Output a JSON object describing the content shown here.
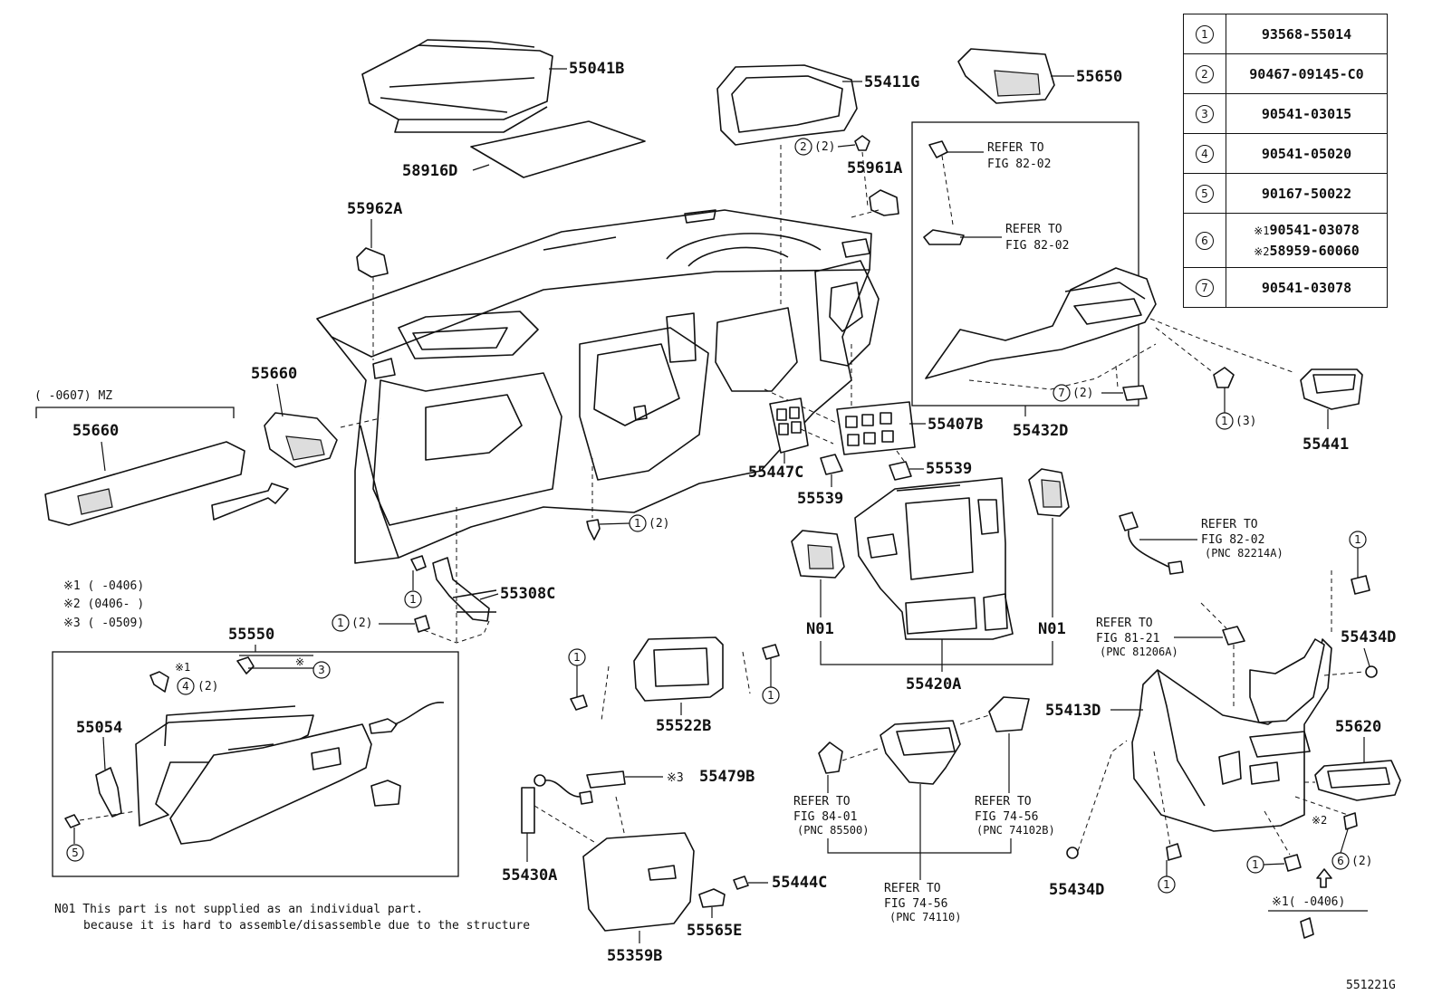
{
  "legend": [
    {
      "key": "1",
      "value": "93568-55014"
    },
    {
      "key": "2",
      "value": "90467-09145-C0"
    },
    {
      "key": "3",
      "value": "90541-03015"
    },
    {
      "key": "4",
      "value": "90541-05020"
    },
    {
      "key": "5",
      "value": "90167-50022"
    },
    {
      "key": "6",
      "alt1_mark": "※1",
      "alt1": "90541-03078",
      "alt2_mark": "※2",
      "alt2": "58959-60060"
    },
    {
      "key": "7",
      "value": "90541-03078"
    }
  ],
  "parts": {
    "p55041B": "55041B",
    "p58916D": "58916D",
    "p55411G": "55411G",
    "p55650": "55650",
    "p55961A": "55961A",
    "p55962A": "55962A",
    "p55660a": "55660",
    "p55660b": "55660",
    "p55432D": "55432D",
    "p55441": "55441",
    "p55407B": "55407B",
    "p55447C": "55447C",
    "p55539a": "55539",
    "p55539b": "55539",
    "p55308C": "55308C",
    "p55550": "55550",
    "p55054": "55054",
    "p55522B": "55522B",
    "p55420A": "55420A",
    "pN01a": "N01",
    "pN01b": "N01",
    "p55479B": "55479B",
    "p55430A": "55430A",
    "p55444C": "55444C",
    "p55565E": "55565E",
    "p55359B": "55359B",
    "p55413D": "55413D",
    "p55434Da": "55434D",
    "p55434Db": "55434D",
    "p55620": "55620"
  },
  "refs": {
    "r1a": "REFER TO",
    "r1b": "FIG 82-02",
    "r2a": "REFER TO",
    "r2b": "FIG 82-02",
    "r3a": "REFER TO",
    "r3b": "FIG 82-02",
    "r3c": "(PNC 82214A)",
    "r4a": "REFER TO",
    "r4b": "FIG 81-21",
    "r4c": "(PNC 81206A)",
    "r5a": "REFER TO",
    "r5b": "FIG 84-01",
    "r5c": "(PNC 85500)",
    "r6a": "REFER TO",
    "r6b": "FIG 74-56",
    "r6c": "(PNC 74102B)",
    "r7a": "REFER TO",
    "r7b": "FIG 74-56",
    "r7c": "(PNC 74110)"
  },
  "qty": {
    "q2": "(2)",
    "q1a": "(2)",
    "q1b": "(2)",
    "q7": "(2)",
    "q1c": "(3)",
    "q4": "(2)",
    "q6": "(2)"
  },
  "marks": {
    "m1": "※1",
    "m3": "※",
    "m2": "※2",
    "m3b": "※3",
    "m1b": "※1(   -0406)"
  },
  "notes": {
    "date_range": "(     -0607) MZ",
    "fn1": "※1 (      -0406)",
    "fn2": "※2 (0406-      )",
    "fn3": "※3 (      -0509)",
    "n01_line1": "N01 This part is not supplied as an individual part.",
    "n01_line2": "because it is hard to assemble/disassemble due to the structure",
    "fig_id": "551221G"
  }
}
